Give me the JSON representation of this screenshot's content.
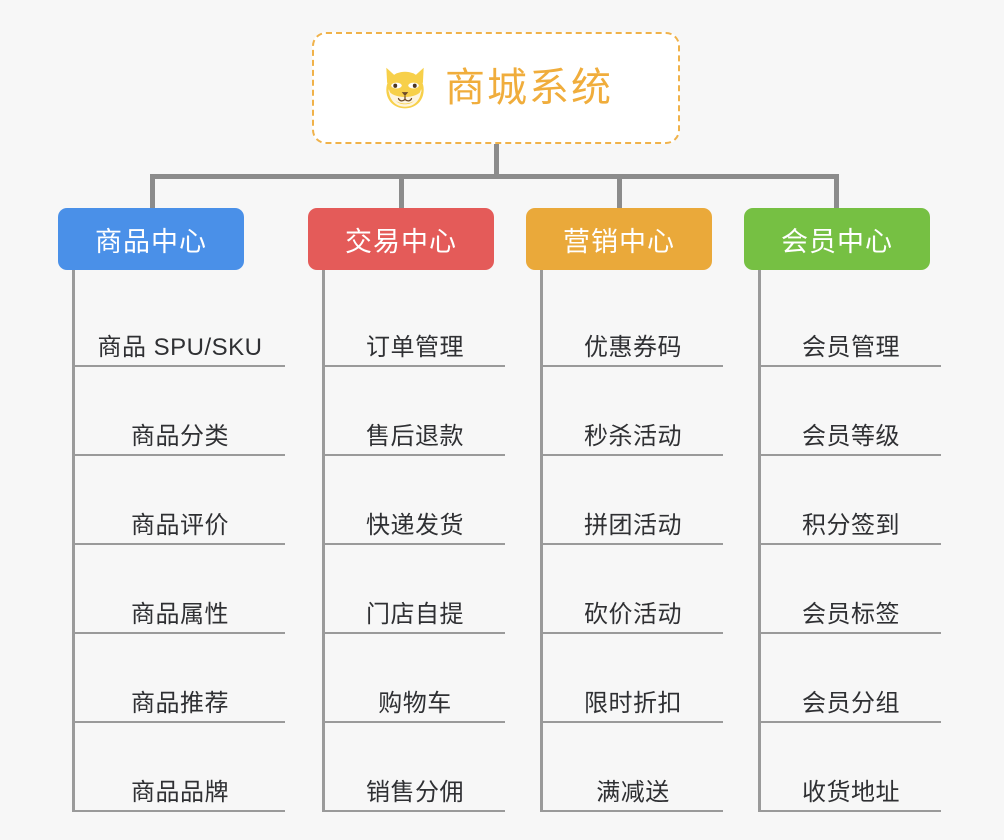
{
  "root": {
    "icon": "shiba-dog-face-emoji",
    "title": "商城系统"
  },
  "colors": {
    "background": "#f7f7f7",
    "root_border": "#f0b24a",
    "root_text": "#f0ad3c",
    "connector": "#8c8c8c",
    "leaf_line": "#9a9a9a",
    "leaf_text": "#2f3033",
    "branch_1": "#4a90e8",
    "branch_2": "#e45b59",
    "branch_3": "#eaa93a",
    "branch_4": "#76c043"
  },
  "branches": [
    {
      "label": "商品中心",
      "color": "#4a90e8",
      "items": [
        {
          "label": "商品 SPU/SKU"
        },
        {
          "label": "商品分类"
        },
        {
          "label": "商品评价"
        },
        {
          "label": "商品属性"
        },
        {
          "label": "商品推荐"
        },
        {
          "label": "商品品牌"
        }
      ]
    },
    {
      "label": "交易中心",
      "color": "#e45b59",
      "items": [
        {
          "label": "订单管理"
        },
        {
          "label": "售后退款"
        },
        {
          "label": "快递发货"
        },
        {
          "label": "门店自提"
        },
        {
          "label": "购物车"
        },
        {
          "label": "销售分佣"
        }
      ]
    },
    {
      "label": "营销中心",
      "color": "#eaa93a",
      "items": [
        {
          "label": "优惠券码"
        },
        {
          "label": "秒杀活动"
        },
        {
          "label": "拼团活动"
        },
        {
          "label": "砍价活动"
        },
        {
          "label": "限时折扣"
        },
        {
          "label": "满减送"
        }
      ]
    },
    {
      "label": "会员中心",
      "color": "#76c043",
      "items": [
        {
          "label": "会员管理"
        },
        {
          "label": "会员等级"
        },
        {
          "label": "积分签到"
        },
        {
          "label": "会员标签"
        },
        {
          "label": "会员分组"
        },
        {
          "label": "收货地址"
        }
      ]
    }
  ]
}
